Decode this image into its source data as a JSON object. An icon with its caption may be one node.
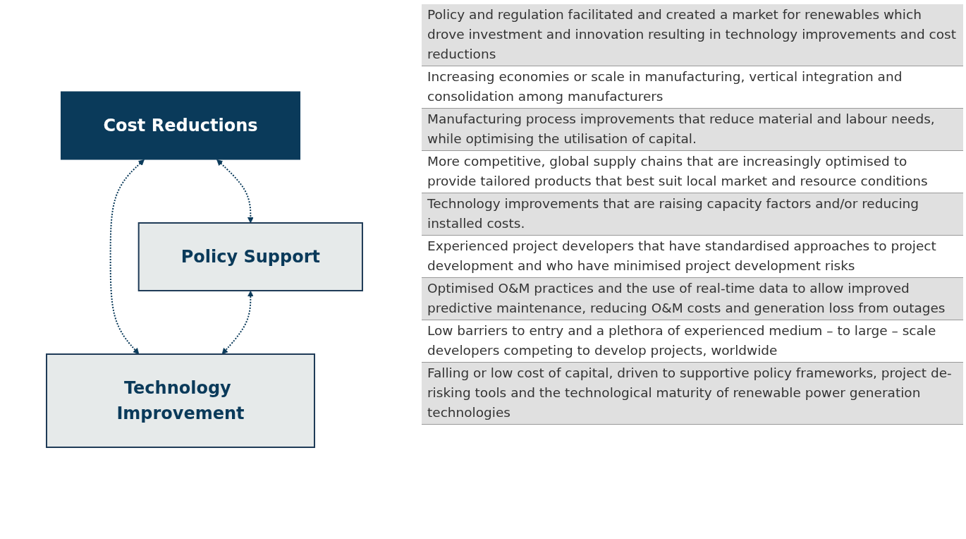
{
  "diagram": {
    "nodes": [
      {
        "text": [
          "Cost Reductions"
        ]
      },
      {
        "text": [
          "Policy Support"
        ]
      },
      {
        "text": [
          "Technology Improvement"
        ]
      }
    ],
    "edges": [
      {
        "from": 0,
        "to": 1,
        "arrow": "both",
        "style": "dashed"
      },
      {
        "from": 0,
        "to": 2,
        "arrow": "both",
        "style": "dashed"
      },
      {
        "from": 1,
        "to": 2,
        "arrow": "both",
        "style": "dashed"
      }
    ],
    "labels": [
      "Policy and regulation facilitated and created a market for renewables which drove investment and innovation resulting in technology improvements and cost reductions",
      "Increasing economies or scale in manufacturing, vertical integration and consolidation among manufacturers",
      "Manufacturing process improvements that reduce material and labour needs, while optimising the utilisation of capital.",
      "More competitive, global supply chains that are increasingly optimised to provide tailored products that best suit local market and resource conditions",
      "Technology improvements that are raising capacity factors and/or reducing installed costs.",
      "Experienced project developers that have standardised approaches to project development and who have minimised project development risks",
      "Optimised O&M practices and the use of real-time data to allow improved predictive maintenance, reducing O&M costs and generation loss from outages",
      "Low barriers to entry and a plethora of experienced medium – to large – scale developers competing to develop projects, worldwide",
      "Falling or low cost of capital, driven to supportive policy frameworks, project de-risking tools and the technological maturity of renewable power generation technologies"
    ]
  }
}
